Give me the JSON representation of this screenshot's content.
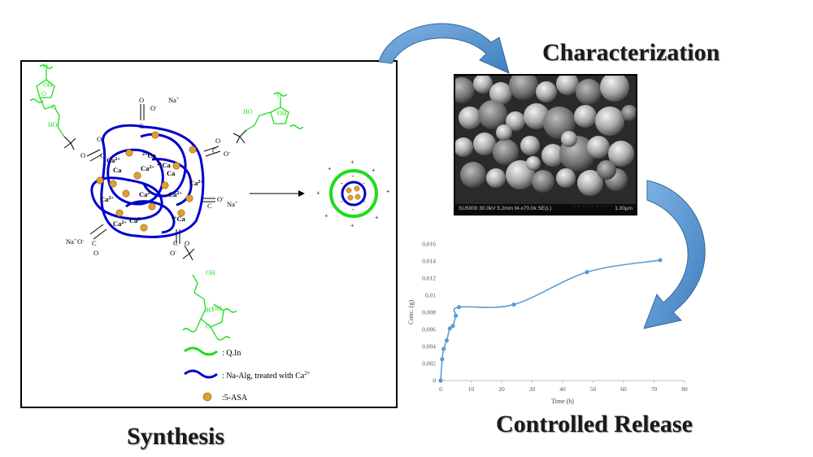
{
  "headings": {
    "synthesis": "Synthesis",
    "characterization": "Characterization",
    "controlled_release": "Controlled Release"
  },
  "legend": {
    "q_in": ": Q.In",
    "na_alg": ": Na-Alg, treated with Ca",
    "na_alg_sup": "2+",
    "asa": ":5-ASA"
  },
  "diagram_labels": {
    "na_plus": "Na",
    "ca": "Ca",
    "ca_charge": "2+",
    "coo": "C",
    "oxygen": "O",
    "hydroxyl": "OH",
    "hydroxyl_alt": "HO",
    "plus": "+",
    "minus": "-"
  },
  "sem": {
    "caption_left": "SU5000 30.0kV 5.2mm M-x70.0k SE(L)",
    "caption_right": "1.00μm"
  },
  "colors": {
    "alginate": "#0000cc",
    "quaternized_inulin": "#1fdc1f",
    "drug_bead": "#e0a030",
    "arrow": "#4a8ccc",
    "chart_line": "#5b9bd5"
  },
  "chart_data": {
    "type": "line",
    "title": "",
    "xlabel": "Time (h)",
    "ylabel": "Conc. (g)",
    "xlim": [
      0,
      80
    ],
    "ylim": [
      0,
      0.016
    ],
    "x_ticks": [
      "0",
      "10",
      "20",
      "30",
      "40",
      "50",
      "60",
      "70",
      "80"
    ],
    "y_ticks": [
      "0",
      "0,002",
      "0,004",
      "0,006",
      "0,008",
      "0,01",
      "0,012",
      "0,014",
      "0,016"
    ],
    "x_tick_values": [
      0,
      10,
      20,
      30,
      40,
      50,
      60,
      70,
      80
    ],
    "y_tick_values": [
      0,
      0.002,
      0.004,
      0.006,
      0.008,
      0.01,
      0.012,
      0.014,
      0.016
    ],
    "series": [
      {
        "x": [
          0,
          0.5,
          1,
          2,
          3,
          4,
          5,
          6,
          24,
          48,
          72
        ],
        "y": [
          0,
          0.0025,
          0.0037,
          0.0047,
          0.0061,
          0.0064,
          0.0076,
          0.0086,
          0.0089,
          0.0127,
          0.0141
        ]
      }
    ],
    "grid": false,
    "legend": "none"
  }
}
